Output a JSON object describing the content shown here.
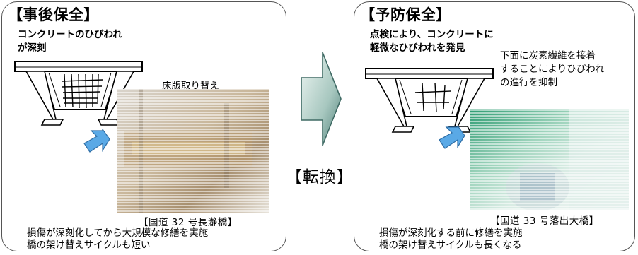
{
  "left": {
    "title": "【事後保全】",
    "headline": [
      "コンクリートのひびわれ",
      "が深刻"
    ],
    "photo_label": "床版取り替え",
    "caption": "【国道 32 号長瀞橋】",
    "summary": [
      "損傷が深刻化してから大規模な修繕を実施",
      "橋の架け替えサイクルも短い"
    ]
  },
  "right": {
    "title": "【予防保全】",
    "headline": [
      "点検により、コンクリートに",
      "軽微なひびわれを発見"
    ],
    "note": [
      "下面に炭素繊維を接着",
      "することによりひびわれ",
      "の進行を抑制"
    ],
    "caption": "【国道 33 号落出大橋】",
    "summary": [
      "損傷が深刻化する前に修繕を実施",
      "橋の架け替えサイクルも長くなる"
    ]
  },
  "center": {
    "convert_label": "【転換】"
  },
  "colors": {
    "small_arrow": "#5aa9e6",
    "big_arrow_light": "#e8f2ef",
    "big_arrow_dark": "#4f7f78",
    "border": "#555555"
  }
}
